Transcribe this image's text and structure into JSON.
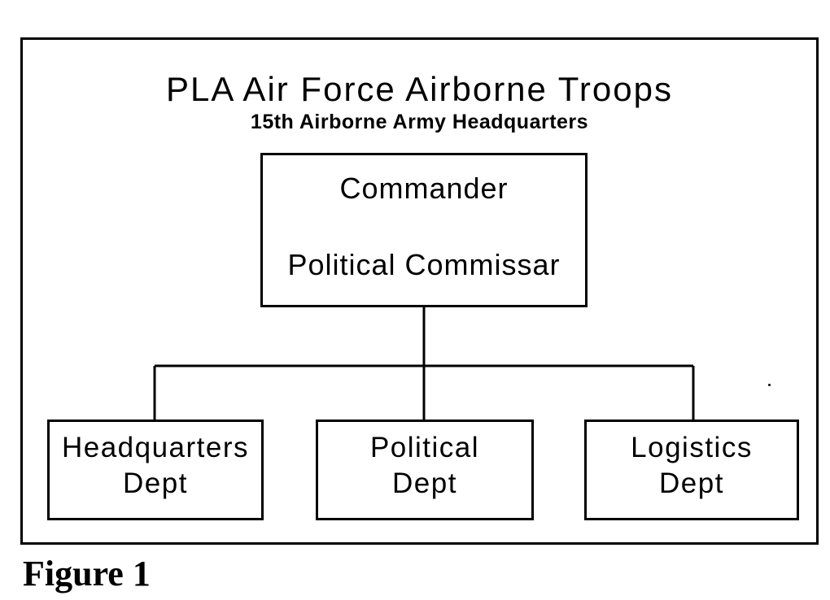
{
  "diagram": {
    "title": "PLA Air Force Airborne Troops",
    "subtitle": "15th Airborne Army Headquarters",
    "top_box": {
      "line1": "Commander",
      "line2": "Political Commissar"
    },
    "departments": [
      {
        "line1": "Headquarters",
        "line2": "Dept"
      },
      {
        "line1": "Political",
        "line2": "Dept"
      },
      {
        "line1": "Logistics",
        "line2": "Dept"
      }
    ]
  },
  "caption": "Figure 1"
}
